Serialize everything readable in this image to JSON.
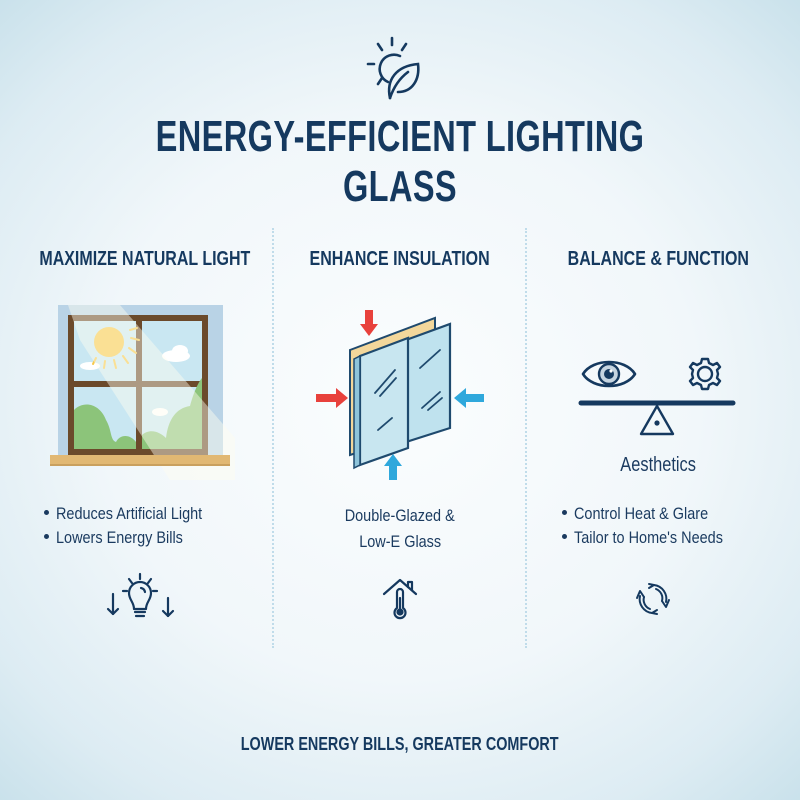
{
  "header": {
    "icon": "sun-leaf-icon",
    "title": "ENERGY-EFFICIENT LIGHTING GLASS"
  },
  "columns": [
    {
      "title": "MAXIMIZE NATURAL LIGHT",
      "illustration": "sunny-window-illustration",
      "bullets": [
        "Reduces Artificial Light",
        "Lowers Energy Bills"
      ],
      "icon": "lightbulb-down-arrows-icon"
    },
    {
      "title": "ENHANCE INSULATION",
      "illustration": "double-glazed-glass-illustration",
      "description_lines": [
        "Double-Glazed &",
        "Low-E Glass"
      ],
      "icon": "house-thermometer-icon"
    },
    {
      "title": "BALANCE & FUNCTION",
      "illustration": "eye-gear-balance-illustration",
      "sub_label": "Aesthetics",
      "bullets": [
        "Control Heat & Glare",
        "Tailor to Home's Needs"
      ],
      "icon": "refresh-cycle-icon"
    }
  ],
  "footer": {
    "tagline": "LOWER ENERGY BILLS, GREATER COMFORT"
  },
  "colors": {
    "navy": "#15395f",
    "background_center": "#fbfdfe",
    "background_edge": "#c7e0ea",
    "arrow_red": "#e8413c",
    "arrow_blue": "#2fa8dc",
    "sun_yellow": "#f6c84a",
    "window_frame": "#6b4a2b",
    "foliage_green": "#8cc47a",
    "sky_blue": "#c9e7f2",
    "sill_wood": "#e1b873",
    "glass_blue": "#bfe2ee"
  }
}
